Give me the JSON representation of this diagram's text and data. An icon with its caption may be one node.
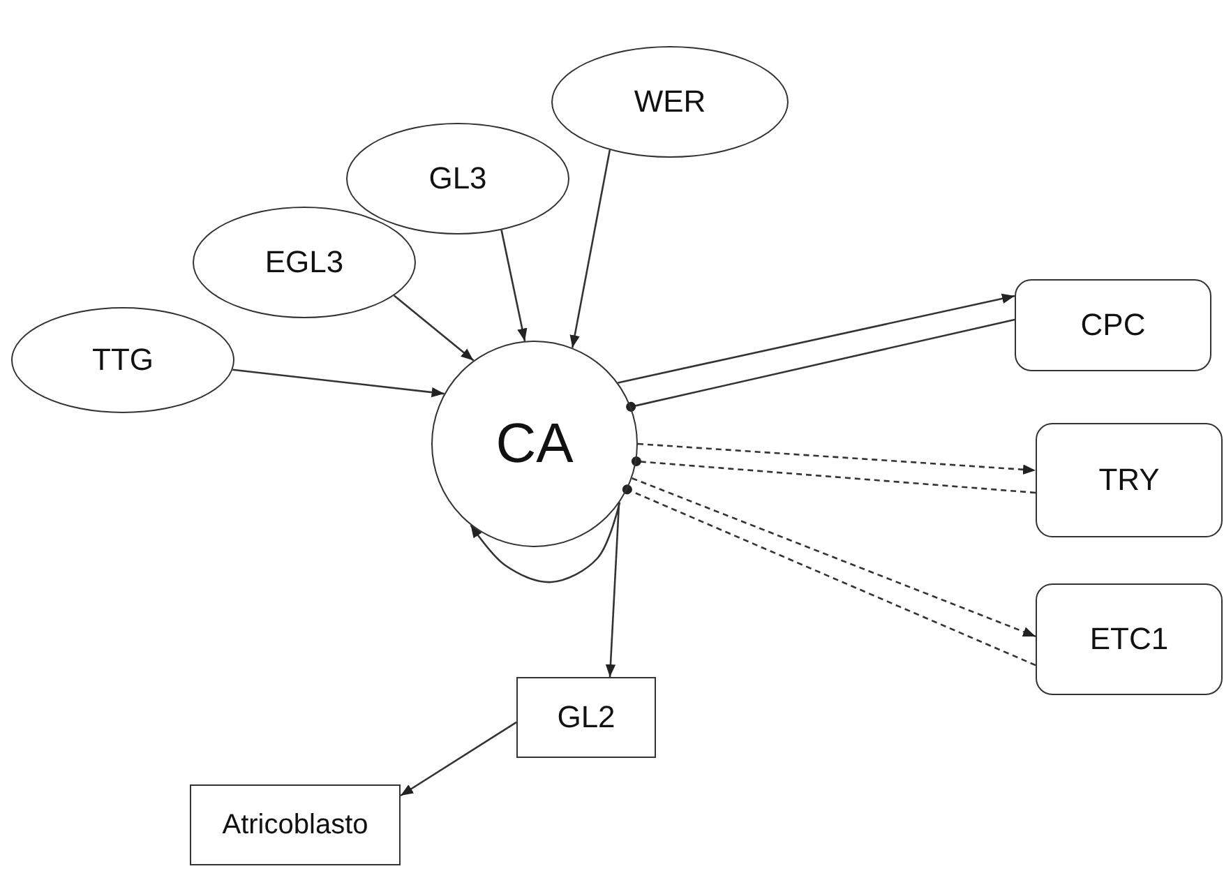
{
  "diagram": {
    "nodes": [
      {
        "text": [
          "WER"
        ]
      },
      {
        "text": [
          "GL3"
        ]
      },
      {
        "text": [
          "EGL3"
        ]
      },
      {
        "text": [
          "CPC"
        ]
      },
      {
        "text": [
          "TTG"
        ]
      },
      {
        "text": [
          "CA"
        ]
      },
      {
        "text": [
          "TRY"
        ]
      },
      {
        "text": [
          "ETC1"
        ]
      },
      {
        "text": [
          "GL2"
        ]
      },
      {
        "text": [
          "Atricoblasto"
        ]
      }
    ],
    "edges": [
      {
        "from": 4,
        "to": 5,
        "arrow": "to"
      },
      {
        "from": 2,
        "to": 5,
        "arrow": "to"
      },
      {
        "from": 1,
        "to": 5,
        "arrow": "to"
      },
      {
        "from": 0,
        "to": 5,
        "arrow": "to"
      },
      {
        "from": 5,
        "to": 3,
        "arrow": "to"
      },
      {
        "from": 3,
        "to": 5,
        "arrow": "other"
      },
      {
        "from": 5,
        "to": 6,
        "arrow": "to",
        "style": "dashed"
      },
      {
        "from": 6,
        "to": 5,
        "arrow": "other",
        "style": "dashed"
      },
      {
        "from": 5,
        "to": 7,
        "arrow": "to",
        "style": "dashed"
      },
      {
        "from": 7,
        "to": 5,
        "arrow": "other",
        "style": "dashed"
      },
      {
        "from": 5,
        "to": 5,
        "arrow": "to"
      },
      {
        "from": 5,
        "to": 8,
        "arrow": "to"
      },
      {
        "from": 8,
        "to": 9,
        "arrow": "to"
      }
    ]
  }
}
